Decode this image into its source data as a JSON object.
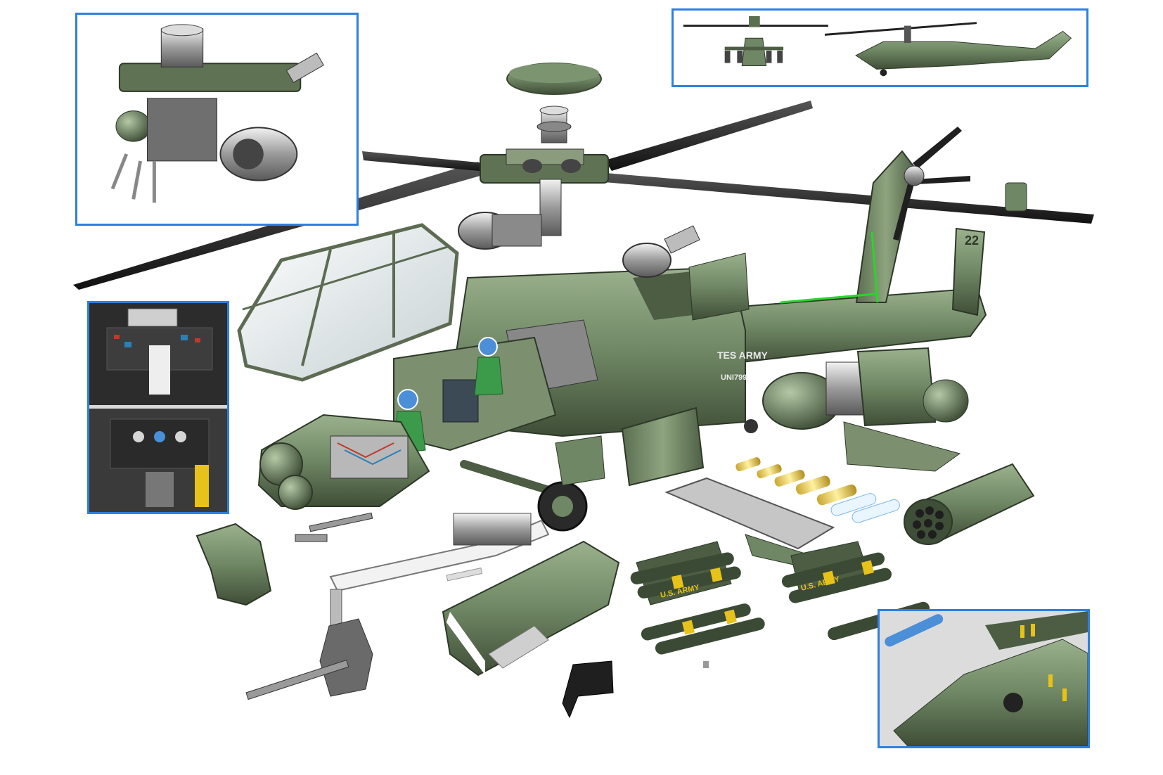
{
  "markings": {
    "fuselage_text": "TES ARMY",
    "serial_text": "UNI799",
    "tail_number": "22",
    "missile_text": "U.S. ARMY"
  },
  "colors": {
    "frame": "#2f7fe0",
    "camo_dark": "#4c5d43",
    "camo_mid": "#6f8764",
    "camo_light": "#8fa680",
    "blade": "#1f1f1f",
    "missile_band": "#e6c21a"
  },
  "icons": {
    "rotor_hub": "rotor-hub-icon",
    "engine": "engine-icon",
    "rocket_pod": "rocket-pod-icon",
    "pilot": "pilot-icon"
  }
}
